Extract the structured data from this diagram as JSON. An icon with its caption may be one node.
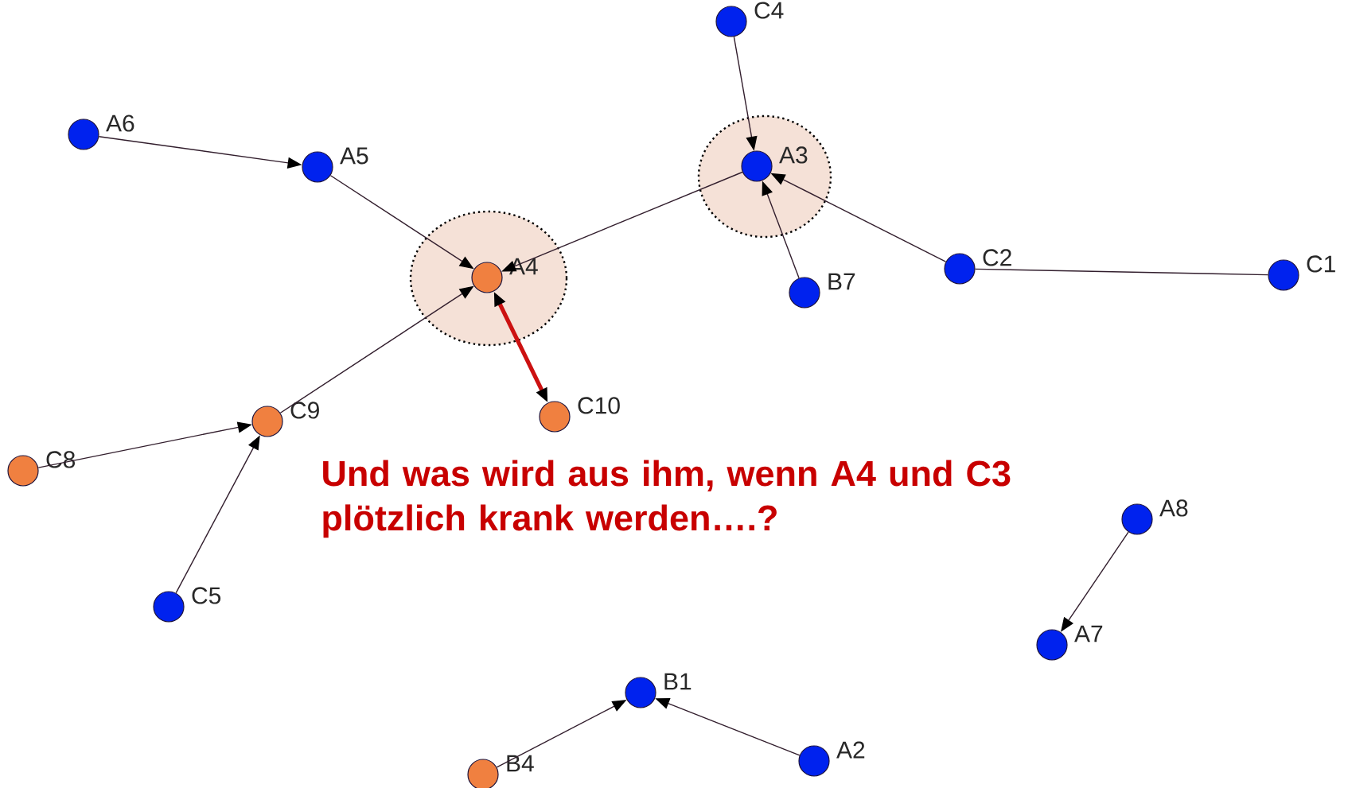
{
  "diagram": {
    "nodes": [
      {
        "text": [
          "A6"
        ]
      },
      {
        "text": [
          "A5"
        ]
      },
      {
        "text": [
          "A4"
        ]
      },
      {
        "text": [
          "A3"
        ]
      },
      {
        "text": [
          "C4"
        ]
      },
      {
        "text": [
          "B7"
        ]
      },
      {
        "text": [
          "C2"
        ]
      },
      {
        "text": [
          "C1"
        ]
      },
      {
        "text": [
          "C9"
        ]
      },
      {
        "text": [
          "C10"
        ]
      },
      {
        "text": [
          "C8"
        ]
      },
      {
        "text": [
          "C5"
        ]
      },
      {
        "text": [
          "A8"
        ]
      },
      {
        "text": [
          "A7"
        ]
      },
      {
        "text": [
          "B1"
        ]
      },
      {
        "text": [
          "B4"
        ]
      },
      {
        "text": [
          "A2"
        ]
      }
    ],
    "edges": [
      {
        "from": 0,
        "to": 1,
        "arrow": "to"
      },
      {
        "from": 1,
        "to": 2,
        "arrow": "to"
      },
      {
        "from": 3,
        "to": 2,
        "arrow": "to"
      },
      {
        "from": 4,
        "to": 3,
        "arrow": "to"
      },
      {
        "from": 5,
        "to": 3,
        "arrow": "to"
      },
      {
        "from": 6,
        "to": 3,
        "arrow": "to"
      },
      {
        "from": 6,
        "to": 7,
        "arrow": "none"
      },
      {
        "from": 8,
        "to": 2,
        "arrow": "to"
      },
      {
        "from": 2,
        "to": 9,
        "arrow": "both",
        "style": "thick",
        "color": "#cc1111"
      },
      {
        "from": 10,
        "to": 8,
        "arrow": "to"
      },
      {
        "from": 11,
        "to": 8,
        "arrow": "to"
      },
      {
        "from": 12,
        "to": 13,
        "arrow": "to"
      },
      {
        "from": 15,
        "to": 14,
        "arrow": "to"
      },
      {
        "from": 16,
        "to": 14,
        "arrow": "to"
      }
    ],
    "labels": [
      "Und was wird aus ihm, wenn A4 und C3 plötzlich krank werden….?"
    ]
  }
}
